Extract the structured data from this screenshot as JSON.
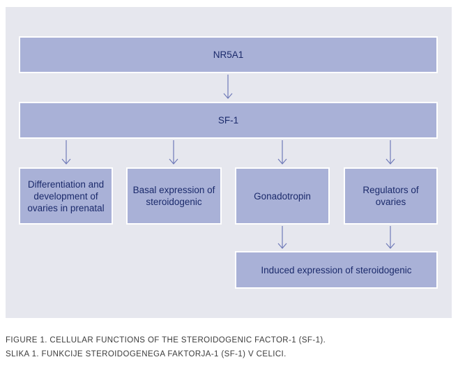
{
  "diagram": {
    "nodes": {
      "nr5a1": "NR5A1",
      "sf1": "SF-1",
      "differentiation": "Differentiation and development of ovaries in prenatal",
      "basal": "Basal expression of steroidogenic",
      "gonadotropin": "Gonadotropin",
      "regulators": "Regulators of ovaries",
      "induced": "Induced expression of steroidogenic"
    }
  },
  "captions": {
    "english": "FIGURE 1. CELLULAR FUNCTIONS OF THE STEROIDOGENIC FACTOR-1 (SF-1).",
    "slovene": "SLIKA 1. FUNKCIJE STEROIDOGENEGA FAKTORJA-1 (SF-1) V CELICI."
  },
  "colors": {
    "panel": "#e6e7ee",
    "box": "#a9b1d7",
    "text": "#1b2a6b",
    "arrow": "#6f7ab8"
  }
}
